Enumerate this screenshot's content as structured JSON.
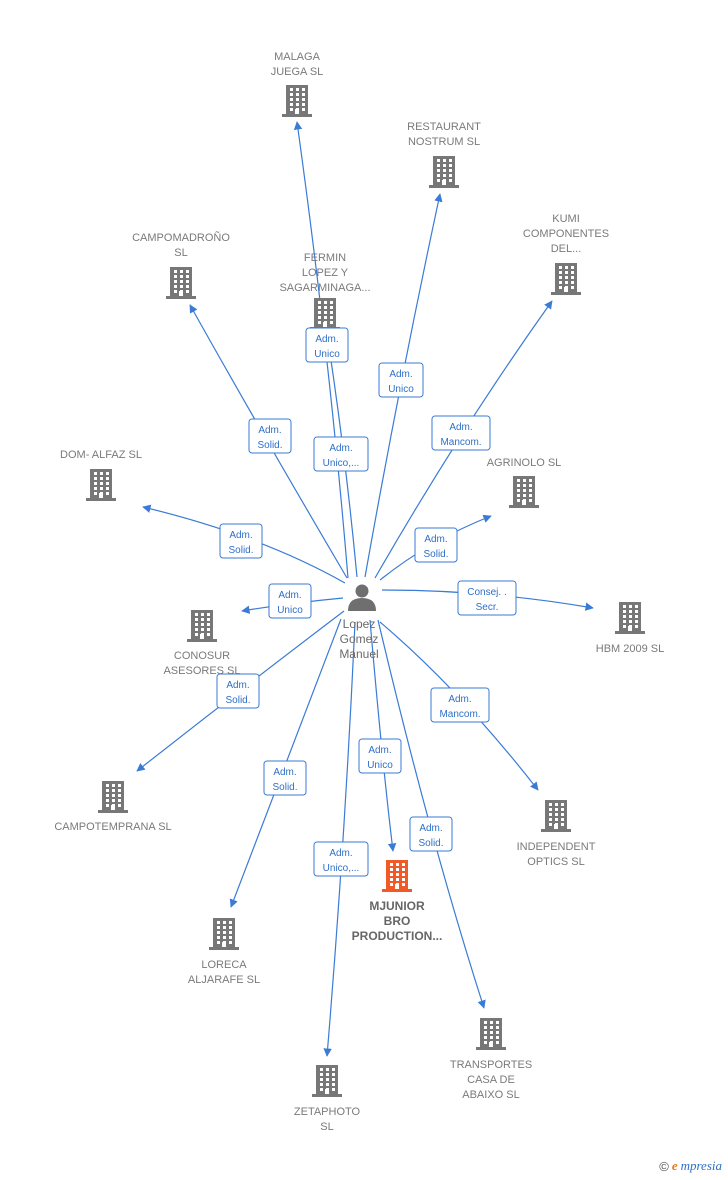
{
  "center": {
    "label_lines": [
      "Lopez",
      "Gomez",
      "Manuel"
    ],
    "icon": "person-icon"
  },
  "companies": [
    {
      "id": "malaga",
      "lines": [
        "MALAGA",
        "JUEGA SL"
      ],
      "highlight": false
    },
    {
      "id": "restaurant",
      "lines": [
        "RESTAURANT",
        "NOSTRUM  SL"
      ],
      "highlight": false
    },
    {
      "id": "kumi",
      "lines": [
        "KUMI",
        "COMPONENTES",
        "DEL..."
      ],
      "highlight": false
    },
    {
      "id": "campomadrono",
      "lines": [
        "CAMPOMADROÑO",
        "SL"
      ],
      "highlight": false
    },
    {
      "id": "fermin",
      "lines": [
        "FERMIN",
        "LOPEZ Y",
        "SAGARMINAGA..."
      ],
      "highlight": false
    },
    {
      "id": "dom",
      "lines": [
        "DOM- ALFAZ SL"
      ],
      "highlight": false
    },
    {
      "id": "agrinolo",
      "lines": [
        "AGRINOLO  SL"
      ],
      "highlight": false
    },
    {
      "id": "conosur",
      "lines": [
        "CONOSUR",
        "ASESORES  SL"
      ],
      "highlight": false
    },
    {
      "id": "hbm",
      "lines": [
        "HBM 2009 SL"
      ],
      "highlight": false
    },
    {
      "id": "campotemprana",
      "lines": [
        "CAMPOTEMPRANA SL"
      ],
      "highlight": false
    },
    {
      "id": "independent",
      "lines": [
        "INDEPENDENT",
        "OPTICS  SL"
      ],
      "highlight": false
    },
    {
      "id": "mjunior",
      "lines": [
        "MJUNIOR",
        "BRO",
        "PRODUCTION..."
      ],
      "highlight": true
    },
    {
      "id": "loreca",
      "lines": [
        "LORECA",
        "ALJARAFE SL"
      ],
      "highlight": false
    },
    {
      "id": "transportes",
      "lines": [
        "TRANSPORTES",
        "CASA DE",
        "ABAIXO  SL"
      ],
      "highlight": false
    },
    {
      "id": "zetaphoto",
      "lines": [
        "ZETAPHOTO",
        "SL"
      ],
      "highlight": false
    }
  ],
  "edges": [
    {
      "target": "malaga",
      "lines": [
        "Adm.",
        "Unico,..."
      ]
    },
    {
      "target": "restaurant",
      "lines": [
        "Adm.",
        "Unico"
      ]
    },
    {
      "target": "kumi",
      "lines": [
        "Adm.",
        "Mancom."
      ]
    },
    {
      "target": "campomadrono",
      "lines": [
        "Adm.",
        "Solid."
      ]
    },
    {
      "target": "fermin",
      "lines": [
        "Adm.",
        "Unico"
      ]
    },
    {
      "target": "dom",
      "lines": [
        "Adm.",
        "Solid."
      ]
    },
    {
      "target": "agrinolo",
      "lines": [
        "Adm.",
        "Solid."
      ]
    },
    {
      "target": "conosur",
      "lines": [
        "Adm.",
        "Unico"
      ]
    },
    {
      "target": "hbm",
      "lines": [
        "Consej. .",
        "Secr."
      ]
    },
    {
      "target": "campotemprana",
      "lines": [
        "Adm.",
        "Solid."
      ]
    },
    {
      "target": "independent",
      "lines": [
        "Adm.",
        "Mancom."
      ]
    },
    {
      "target": "mjunior",
      "lines": [
        "Adm.",
        "Unico"
      ]
    },
    {
      "target": "loreca",
      "lines": [
        "Adm.",
        "Solid."
      ]
    },
    {
      "target": "transportes",
      "lines": [
        "Adm.",
        "Solid."
      ]
    },
    {
      "target": "zetaphoto",
      "lines": [
        "Adm.",
        "Unico,..."
      ]
    }
  ],
  "colors": {
    "edge": "#3a7bd5",
    "building": "#777777",
    "highlight": "#f05a28",
    "person": "#6f6f6f"
  },
  "footer": {
    "copyright": "©",
    "brand_initial": "e",
    "brand_rest": "mpresia"
  }
}
